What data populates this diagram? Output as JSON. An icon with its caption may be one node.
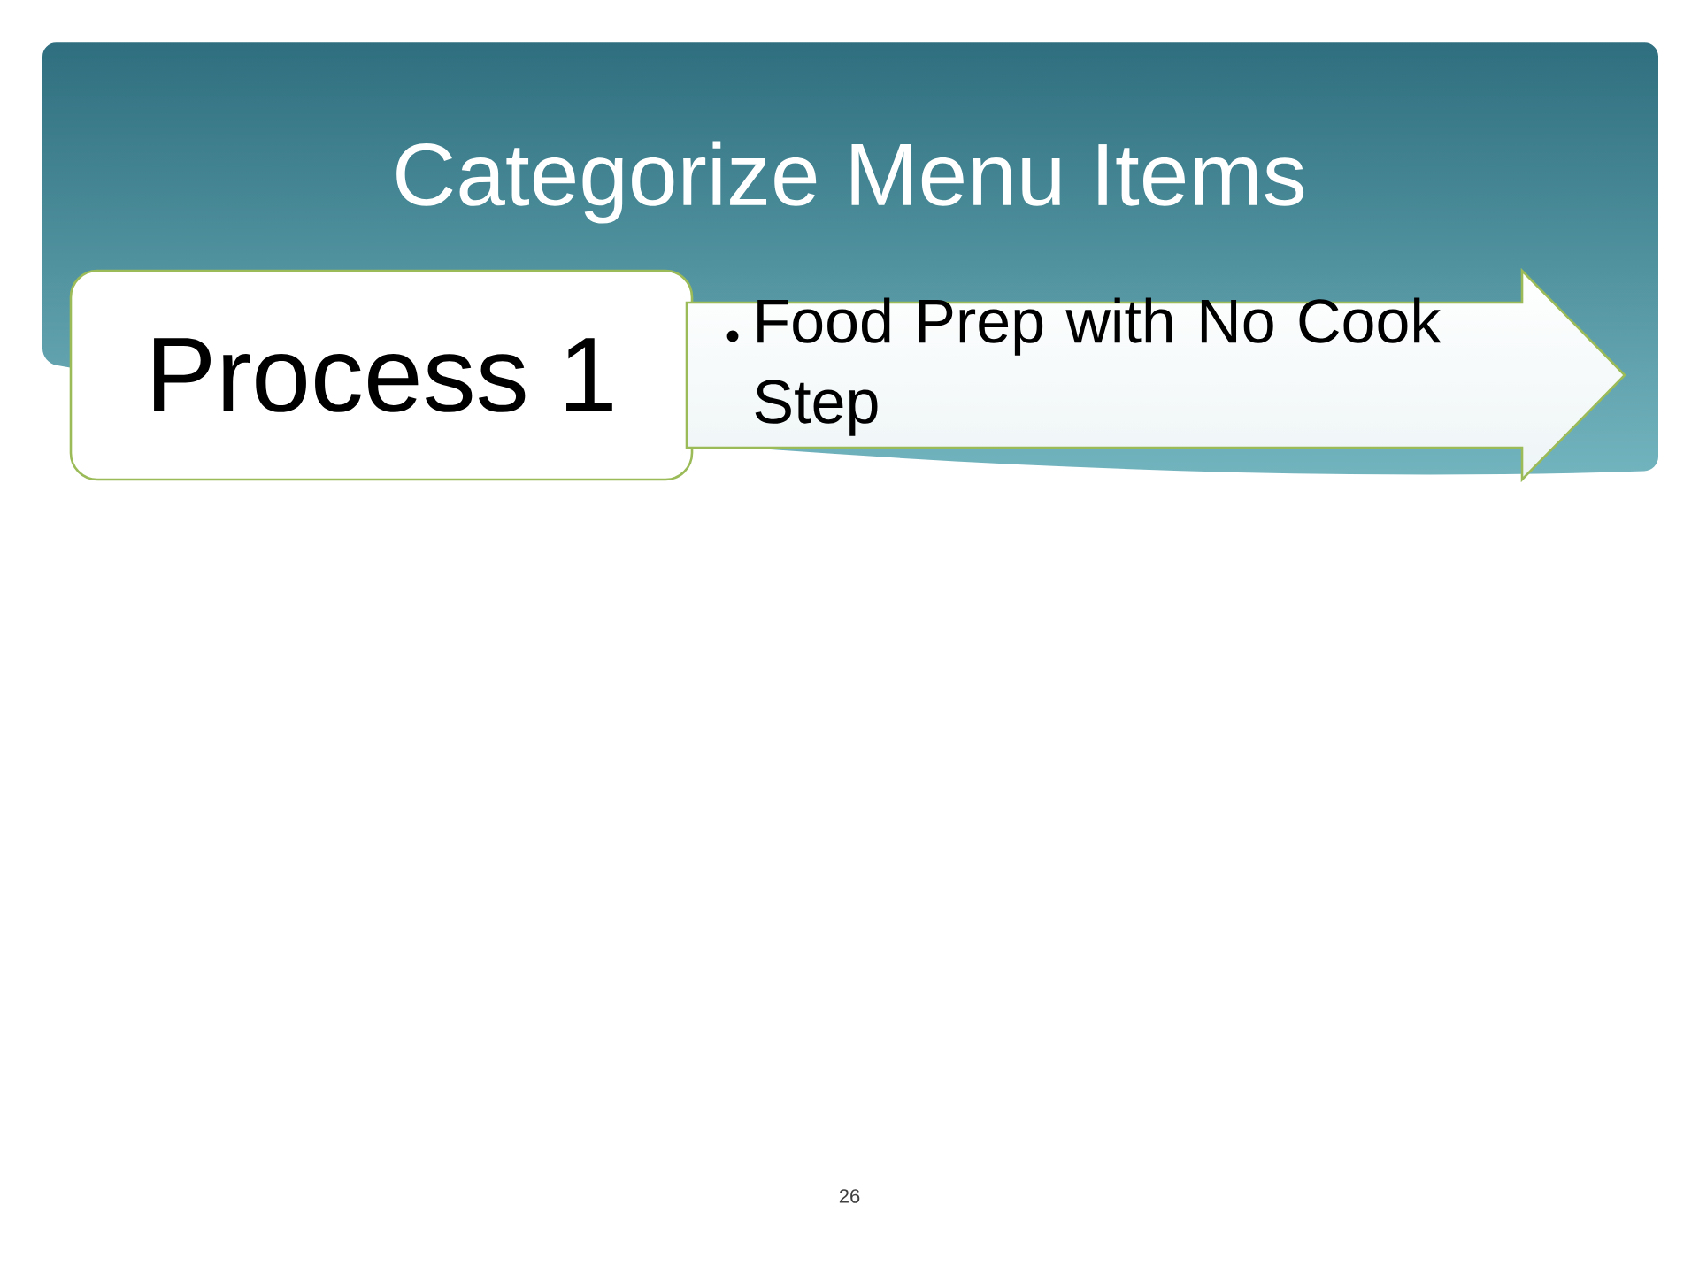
{
  "diagram": {
    "title": "Categorize Menu Items",
    "nodes": [
      {
        "text": [
          "Process 1"
        ]
      },
      {
        "text": [
          "Food Prep with No Cook Step"
        ]
      }
    ],
    "labels": [
      "26"
    ]
  }
}
